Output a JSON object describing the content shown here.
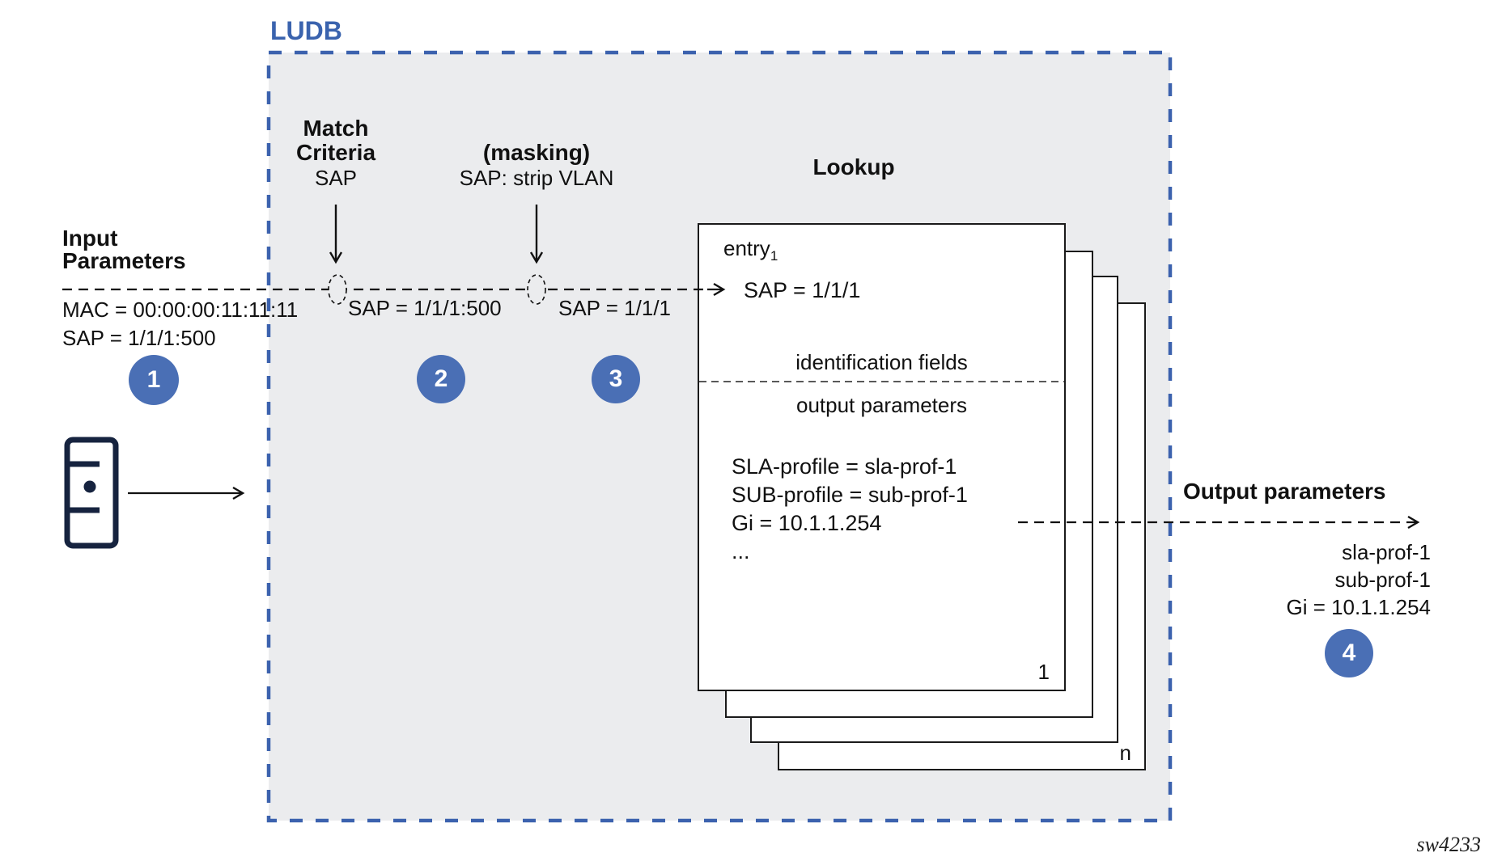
{
  "ludb": {
    "label": "LUDB"
  },
  "headers": {
    "match_line1": "Match",
    "match_line2": "Criteria",
    "match_sub": "SAP",
    "masking_title": "(masking)",
    "masking_sub": "SAP: strip VLAN",
    "lookup": "Lookup"
  },
  "input": {
    "title_line1": "Input",
    "title_line2": "Parameters",
    "mac": "MAC = 00:00:00:11:11:11",
    "sap": "SAP = 1/1/1:500"
  },
  "flow": {
    "after_match": "SAP = 1/1/1:500",
    "after_mask": "SAP = 1/1/1"
  },
  "steps": [
    "1",
    "2",
    "3",
    "4"
  ],
  "entry_card": {
    "title": "entry",
    "title_sub": "1",
    "match_line": "SAP = 1/1/1",
    "section_id": "identification fields",
    "section_out": "output parameters",
    "outputs": [
      "SLA-profile = sla-prof-1",
      "SUB-profile = sub-prof-1",
      "Gi = 10.1.1.254",
      "..."
    ],
    "page_first": "1",
    "page_last": "n"
  },
  "output": {
    "title": "Output parameters",
    "values": [
      "sla-prof-1",
      "sub-prof-1",
      "Gi = 10.1.1.254"
    ]
  },
  "watermark": "sw4233",
  "colors": {
    "blue": "#3a63ae",
    "circle_blue": "#4a6fb5",
    "box_fill": "#ebecee",
    "navy": "#16233f",
    "line_black": "#111111"
  }
}
